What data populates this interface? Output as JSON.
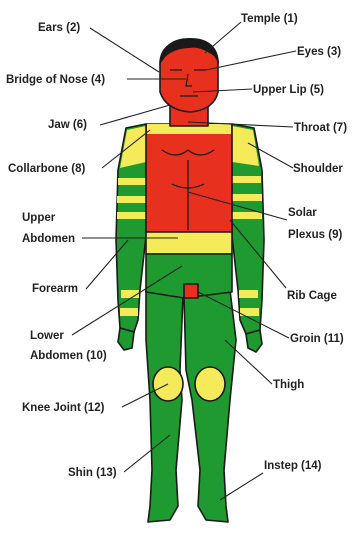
{
  "colors": {
    "red": "#e8301e",
    "yellow": "#f5ea5a",
    "green": "#1f9a30",
    "outline": "#1a1a1a"
  },
  "labels": {
    "temple": "Temple (1)",
    "ears": "Ears (2)",
    "eyes": "Eyes (3)",
    "bridge_nose": "Bridge of Nose (4)",
    "upper_lip": "Upper Lip (5)",
    "jaw": "Jaw (6)",
    "throat": "Throat (7)",
    "collarbone": "Collarbone (8)",
    "shoulder": "Shoulder",
    "upper_abdomen_1": "Upper",
    "upper_abdomen_2": "Abdomen",
    "solar_plexus_1": "Solar",
    "solar_plexus_2": "Plexus (9)",
    "forearm": "Forearm",
    "rib_cage": "Rib Cage",
    "lower_abdomen_1": "Lower",
    "lower_abdomen_2": "Abdomen (10)",
    "groin": "Groin (11)",
    "thigh": "Thigh",
    "knee_joint": "Knee Joint (12)",
    "shin": "Shin (13)",
    "instep": "Instep (14)"
  }
}
